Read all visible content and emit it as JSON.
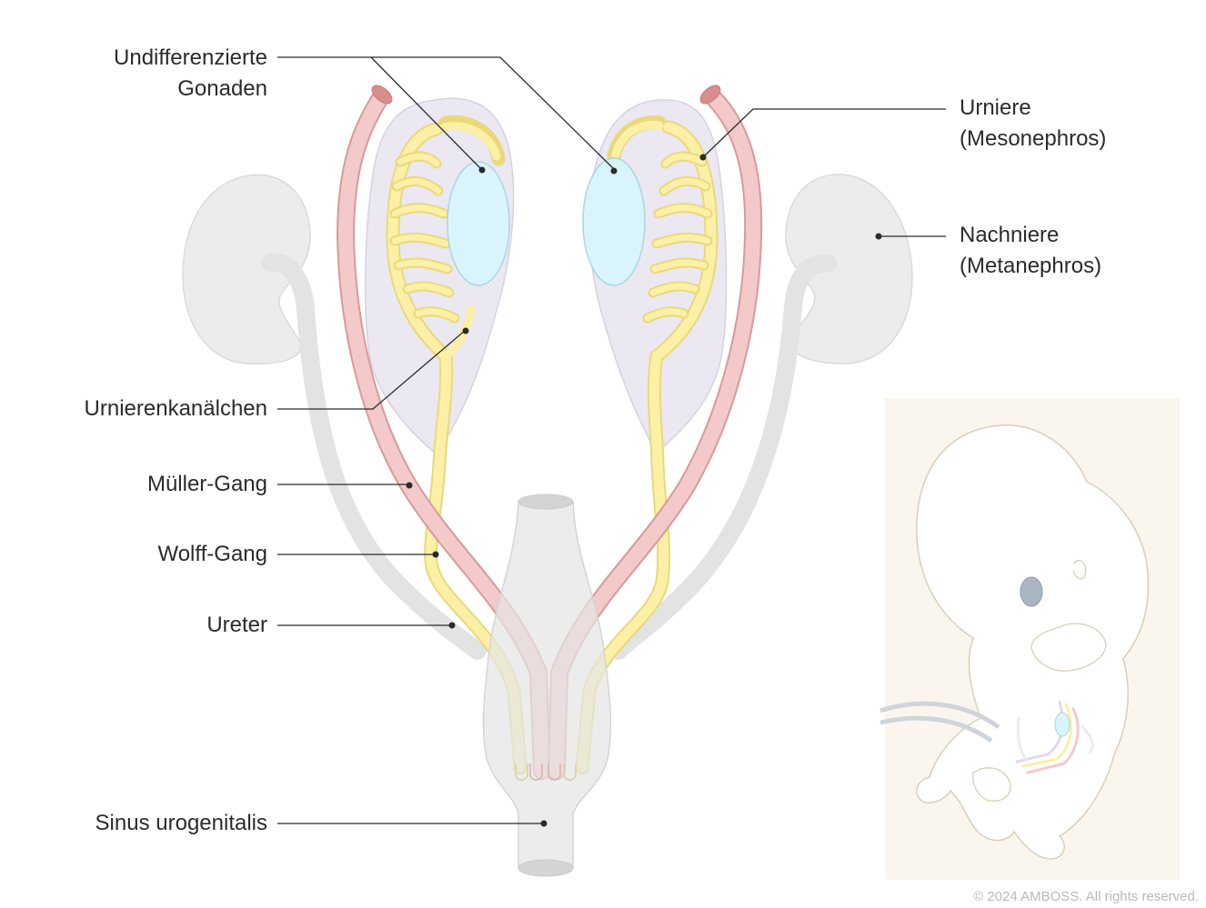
{
  "labels": {
    "gonaden": {
      "line1": "Undifferenzierte",
      "line2": "Gonaden"
    },
    "urniere": {
      "line1": "Urniere",
      "line2": "(Mesonephros)"
    },
    "nachniere": {
      "line1": "Nachniere",
      "line2": "(Metanephros)"
    },
    "urnierenkanaelchen": "Urnierenkanälchen",
    "mueller_gang": "Müller-Gang",
    "wolff_gang": "Wolff-Gang",
    "ureter": "Ureter",
    "sinus": "Sinus urogenitalis"
  },
  "copyright": "© 2024 AMBOSS. All rights reserved.",
  "colors": {
    "kidney": "#ececec",
    "mesonephros": "#ebe8f1",
    "tubule": "#fbf0a6",
    "tubule_edge": "#ead97a",
    "gonad": "#d9f5fb",
    "gonad_edge": "#a9d6e3",
    "mueller": "#f3c9c9",
    "mueller_edge": "#d89a9a",
    "inset_bg": "#faf6ee"
  }
}
